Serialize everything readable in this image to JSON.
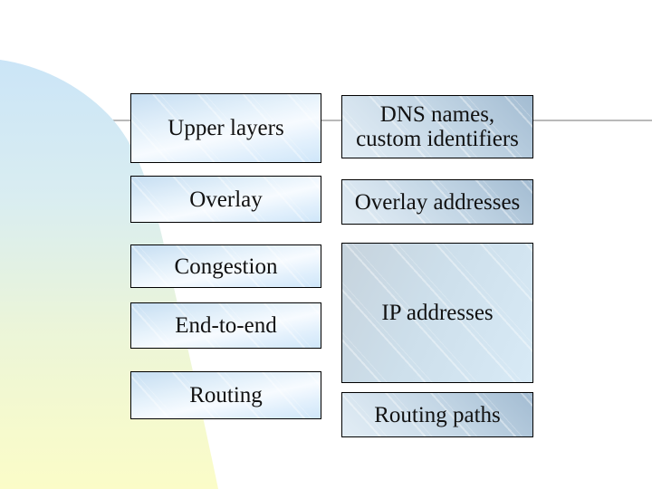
{
  "colors": {
    "divider_line": "#b9b9b9",
    "box_border": "#000000",
    "text": "#111111",
    "left_box_blue": "#c6def2",
    "right_box_steel_blue": "#a3bcd2",
    "blob_blue": "#cbe5f7",
    "blob_green": "#e2f1e4",
    "blob_yellow": "#fbfcc8"
  },
  "left_column": {
    "boxes": [
      {
        "label": "Upper layers"
      },
      {
        "label": "Overlay"
      },
      {
        "label": "Congestion"
      },
      {
        "label": "End-to-end"
      },
      {
        "label": "Routing"
      }
    ]
  },
  "right_column": {
    "boxes": [
      {
        "label": "DNS names, custom identifiers"
      },
      {
        "label": "Overlay addresses"
      },
      {
        "label": "IP addresses"
      },
      {
        "label": "Routing paths"
      }
    ]
  }
}
